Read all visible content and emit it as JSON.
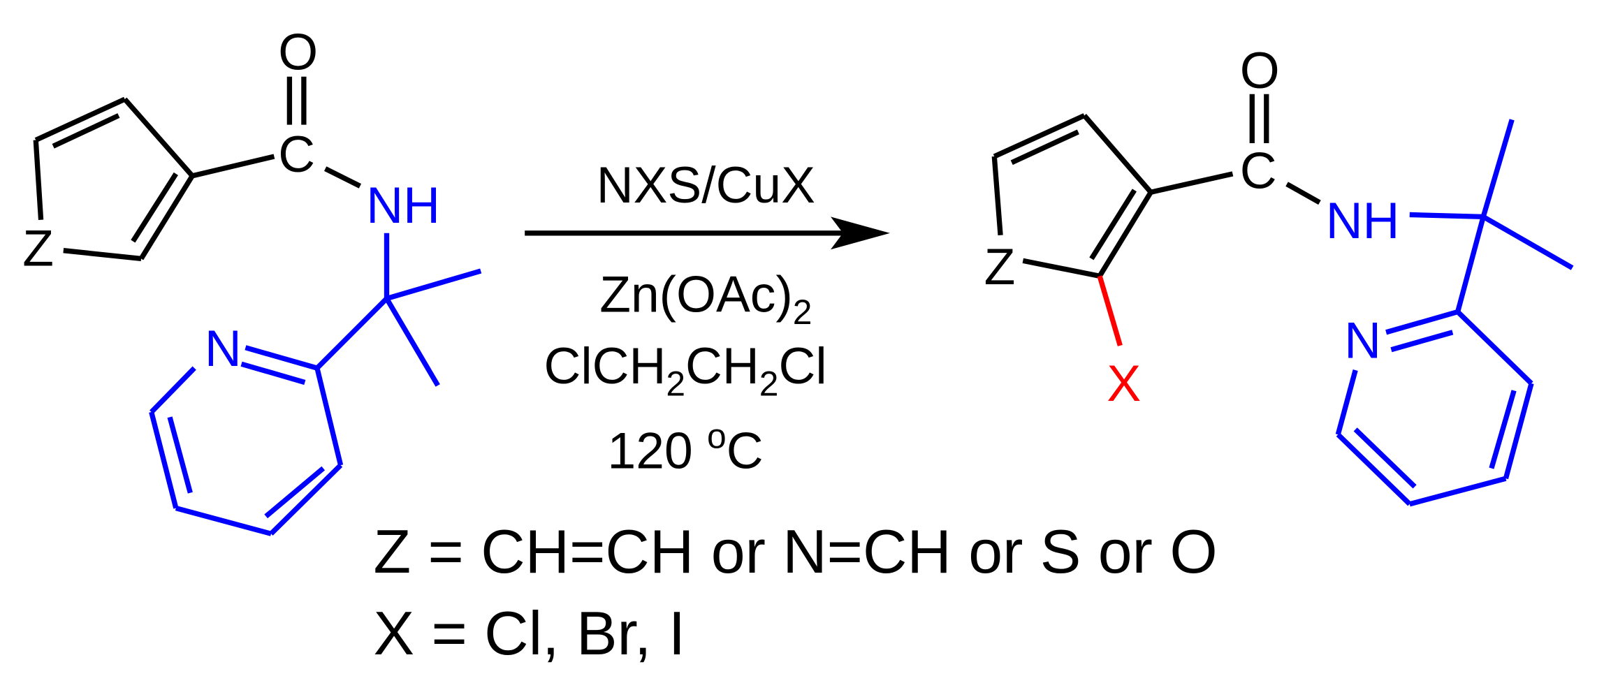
{
  "colors": {
    "scaffold": "#000000",
    "directing_group": "#0000ff",
    "halogen": "#ff0000"
  },
  "reactant": {
    "atoms": {
      "ring_hetero": "Z",
      "carbonyl_c": "C",
      "carbonyl_o": "O",
      "amide_n": "NH",
      "pyridine_n": "N"
    }
  },
  "product": {
    "atoms": {
      "ring_hetero": "Z",
      "carbonyl_c": "C",
      "carbonyl_o": "O",
      "amide_n": "NH",
      "pyridine_n": "N",
      "halogen": "X"
    }
  },
  "conditions": {
    "reagent": "NXS/CuX",
    "additive": "Zn(OAc)",
    "additive_sub": "2",
    "solvent_a": "ClCH",
    "solvent_sub1": "2",
    "solvent_b": "CH",
    "solvent_sub2": "2",
    "solvent_c": "Cl",
    "temperature": "120 ",
    "temperature_deg": "o",
    "temperature_unit": "C"
  },
  "legend": {
    "z_definition": "Z = CH=CH or N=CH or S or O",
    "x_definition": "X = Cl, Br, I"
  }
}
